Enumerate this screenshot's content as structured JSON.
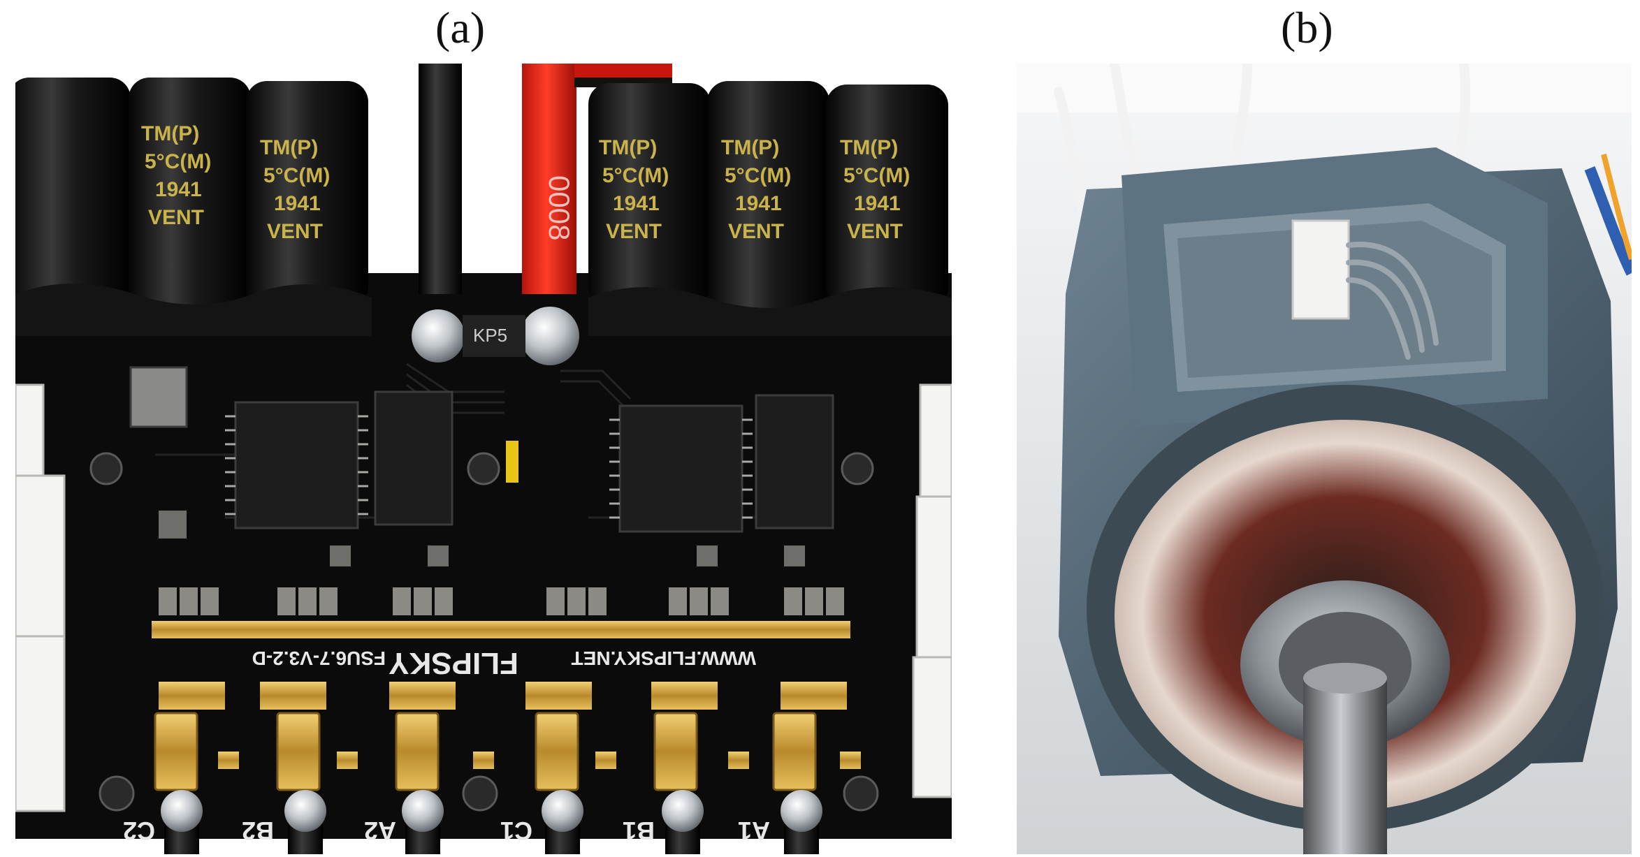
{
  "panels": [
    {
      "id": "a",
      "label": "(a)"
    },
    {
      "id": "b",
      "label": "(b)"
    }
  ]
}
